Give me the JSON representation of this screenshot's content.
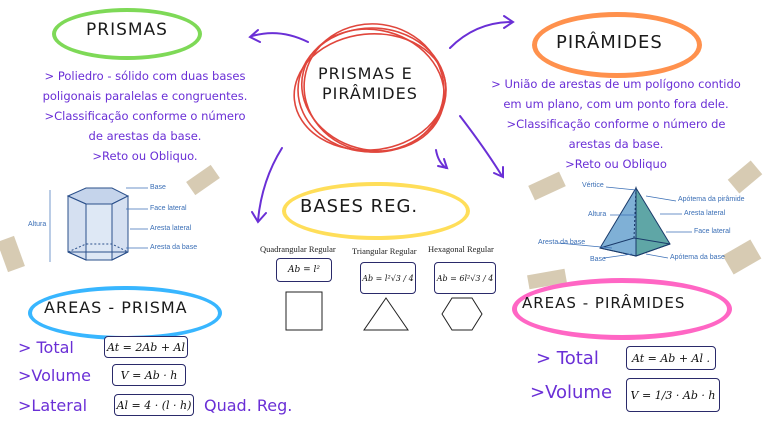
{
  "center": {
    "title_line1": "PRISMAS E",
    "title_line2": "PIRÂMIDES"
  },
  "prismas": {
    "title": "PRISMAS",
    "lines": [
      "> Poliedro - sólido com duas bases",
      "poligonais paralelas e congruentes.",
      ">Classificação conforme o número",
      "de arestas da base.",
      ">Reto ou Obliquo."
    ],
    "diagram_labels": {
      "base": "Base",
      "face": "Face lateral",
      "aresta": "Aresta lateral",
      "aresta_base": "Aresta da base",
      "altura": "Altura"
    }
  },
  "piramides": {
    "title": "PIRÂMIDES",
    "lines": [
      "> União de arestas de um polígono contido",
      "em um plano, com um ponto fora dele.",
      ">Classificação conforme o número de",
      "arestas da base.",
      ">Reto ou Obliquo"
    ],
    "diagram_labels": {
      "vertice": "Vértice",
      "apotema_piramide": "Apótema da pirâmide",
      "altura": "Altura",
      "aresta_lateral": "Aresta lateral",
      "face_lateral": "Face lateral",
      "aresta_base": "Aresta da base",
      "base": "Base",
      "apotema_base": "Apótema da base"
    }
  },
  "bases": {
    "title": "BASES REG.",
    "items": [
      {
        "label": "Quadrangular Regular",
        "formula": "Ab = l²"
      },
      {
        "label": "Triangular Regular",
        "formula": "Ab = l²√3 / 4"
      },
      {
        "label": "Hexagonal Regular",
        "formula": "Ab = 6l²√3 / 4"
      }
    ]
  },
  "areas_prisma": {
    "title": "AREAS - PRISMA",
    "rows": [
      {
        "label": "> Total",
        "formula": "At = 2Ab + Al"
      },
      {
        "label": ">Volume",
        "formula": "V = Ab · h"
      },
      {
        "label": ">Lateral",
        "formula": "Al = 4 · (l · h)",
        "note": "Quad. Reg."
      }
    ]
  },
  "areas_piramide": {
    "title": "AREAS - PIRÂMIDES",
    "rows": [
      {
        "label": "> Total",
        "formula": "At = Ab + Al ."
      },
      {
        "label": ">Volume",
        "formula": "V = 1/3 · Ab · h"
      }
    ]
  },
  "colors": {
    "green": "#7ed957",
    "orange": "#ff914d",
    "red": "#e0463c",
    "yellow": "#ffde59",
    "cyan": "#38b6ff",
    "pink": "#ff66c4",
    "purple": "#6a2fd6"
  }
}
